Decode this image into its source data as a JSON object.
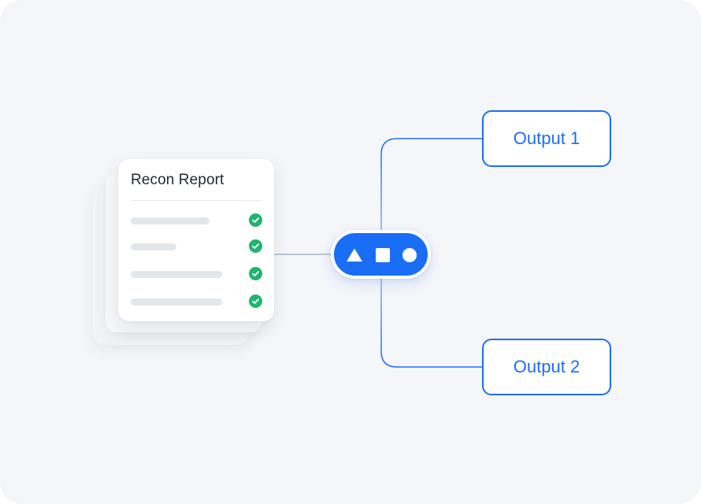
{
  "report": {
    "title": "Recon Report",
    "rows": [
      {
        "status": "check-icon",
        "checked": true
      },
      {
        "status": "check-icon",
        "checked": true
      },
      {
        "status": "check-icon",
        "checked": true
      },
      {
        "status": "check-icon",
        "checked": true
      }
    ]
  },
  "hub": {
    "icons": [
      "triangle-icon",
      "square-icon",
      "circle-icon"
    ]
  },
  "outputs": [
    {
      "label": "Output 1"
    },
    {
      "label": "Output 2"
    }
  ],
  "colors": {
    "accent": "#1a6ef5",
    "check": "#1eb56f",
    "background": "#f5f6f9",
    "connector_gray": "#a9b6c4"
  }
}
